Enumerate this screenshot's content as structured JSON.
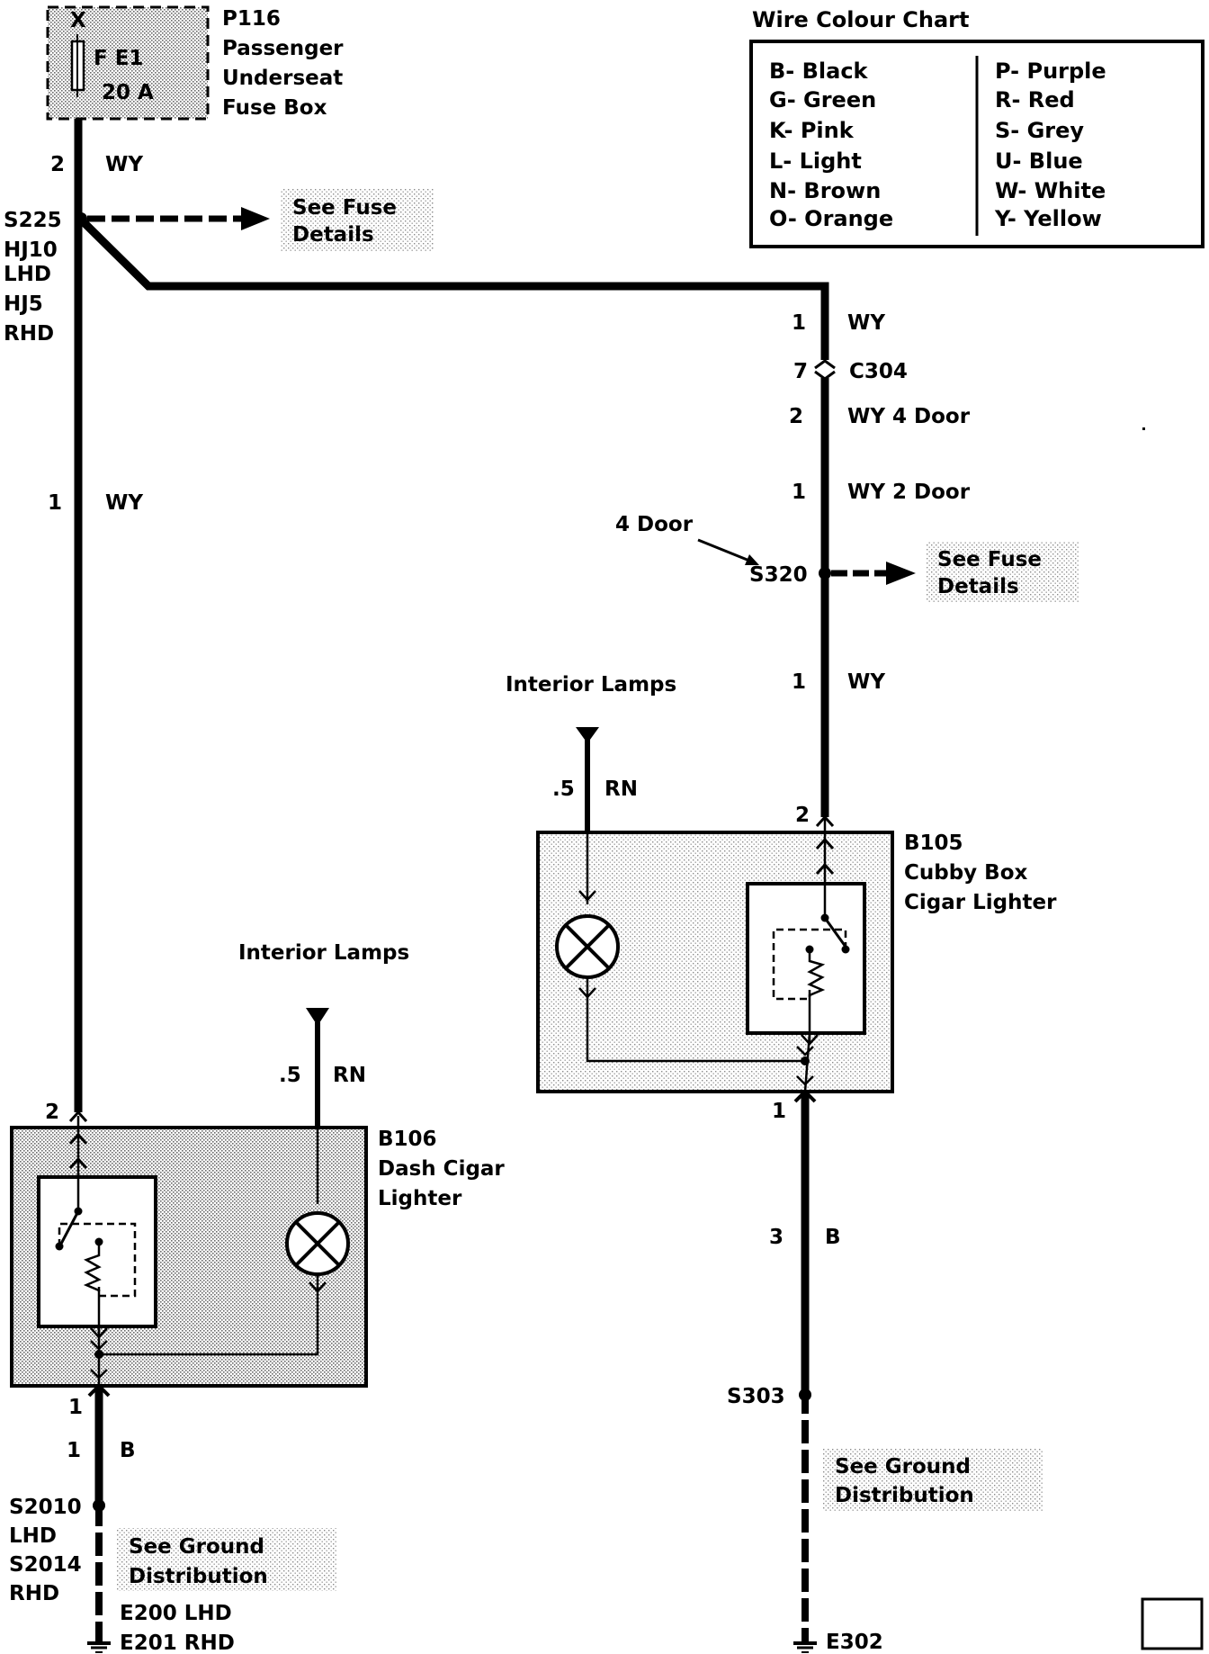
{
  "fuse_box": {
    "ref": "P116",
    "name_line1": "Passenger",
    "name_line2": "Underseat",
    "name_line3": "Fuse Box",
    "fuse_x": "X",
    "fuse_id": "F E1",
    "fuse_rating": "20 A"
  },
  "colour_chart": {
    "title": "Wire Colour Chart",
    "left": [
      "B- Black",
      "G- Green",
      "K- Pink",
      "L- Light",
      "N- Brown",
      "O- Orange"
    ],
    "right": [
      "P- Purple",
      "R- Red",
      "S- Grey",
      "U- Blue",
      "W- White",
      "Y- Yellow"
    ]
  },
  "wires": {
    "fuse_out_size": "2",
    "fuse_out_colour": "WY",
    "left_main_size": "1",
    "left_main_colour": "WY",
    "right_top_size": "1",
    "right_top_colour": "WY",
    "c304_pin": "7",
    "c304": "C304",
    "door4_size": "2",
    "door4_label": "WY  4 Door",
    "door2_size": "1",
    "door2_label": "WY  2 Door",
    "s320_to_b105_size": "1",
    "s320_to_b105_colour": "WY",
    "rn_size": ".5",
    "rn_colour": "RN",
    "b105_ground_pin": "1",
    "b105_ground_size": "3",
    "b105_ground_colour": "B",
    "b106_ground_pin": "1",
    "b106_ground_size": "1",
    "b106_ground_colour": "B"
  },
  "splices": {
    "s225": "S225",
    "hj10": "HJ10",
    "lhd": "LHD",
    "hj5": "HJ5",
    "rhd": "RHD",
    "s320": "S320",
    "door4_note": "4 Door",
    "s303": "S303",
    "s2010": "S2010",
    "s2010_lhd": "LHD",
    "s2014": "S2014",
    "s2014_rhd": "RHD"
  },
  "refs": {
    "see_fuse_1": "See Fuse",
    "details_1": "Details",
    "see_fuse_2": "See Fuse",
    "details_2": "Details",
    "see_ground_1": "See Ground",
    "distribution_1": "Distribution",
    "see_ground_2": "See Ground",
    "distribution_2": "Distribution"
  },
  "components": {
    "interior_lamps_1": "Interior Lamps",
    "interior_lamps_2": "Interior Lamps",
    "b105_ref": "B105",
    "b105_line1": "Cubby Box",
    "b105_line2": "Cigar Lighter",
    "b105_pin_top": "2",
    "b106_ref": "B106",
    "b106_line1": "Dash Cigar",
    "b106_line2": "Lighter",
    "b106_pin_top": "2"
  },
  "grounds": {
    "e200": "E200 LHD",
    "e201": "E201 RHD",
    "e302": "E302"
  }
}
